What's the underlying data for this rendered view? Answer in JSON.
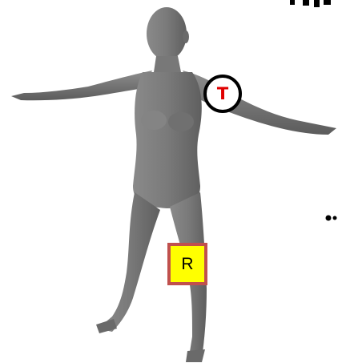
{
  "markers": {
    "top_label": "T",
    "bottom_label": "R"
  },
  "colors": {
    "body": "#7d7d7d",
    "body_shadow": "#5e5e5e",
    "marker_t_text": "#e00000",
    "marker_t_border": "#000000",
    "marker_r_fill": "#ffff00",
    "marker_r_border": "#c0504d"
  },
  "figure": {
    "subject": "grey-3d-human-model-a-pose"
  }
}
